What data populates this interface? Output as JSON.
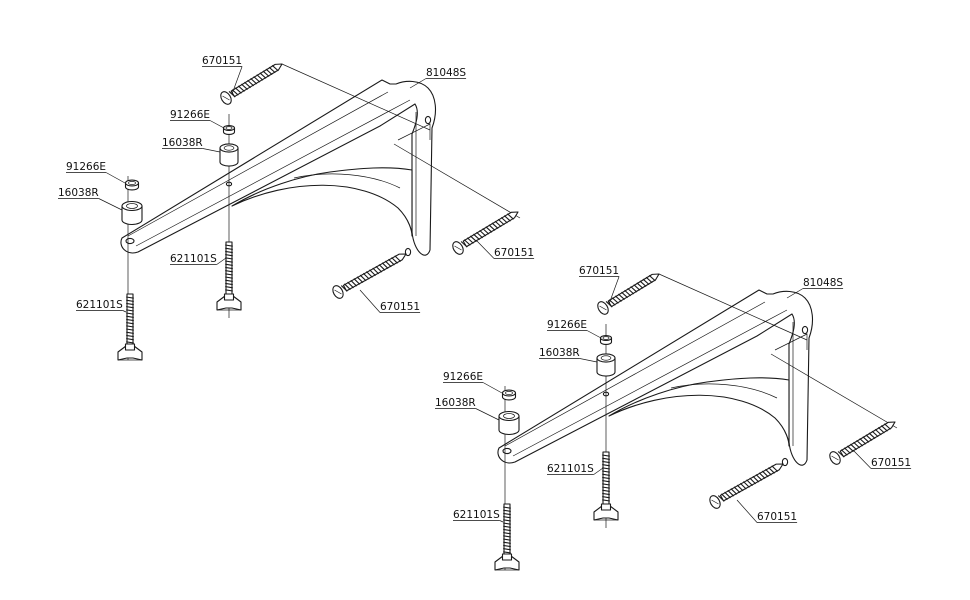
{
  "labels": {
    "bracket": "81048S",
    "screw": "670151",
    "washer": "91266E",
    "spacer": "16038R",
    "wing_bolt": "621101S"
  },
  "colors": {
    "line": "#1a1a1a",
    "background": "#ffffff"
  }
}
